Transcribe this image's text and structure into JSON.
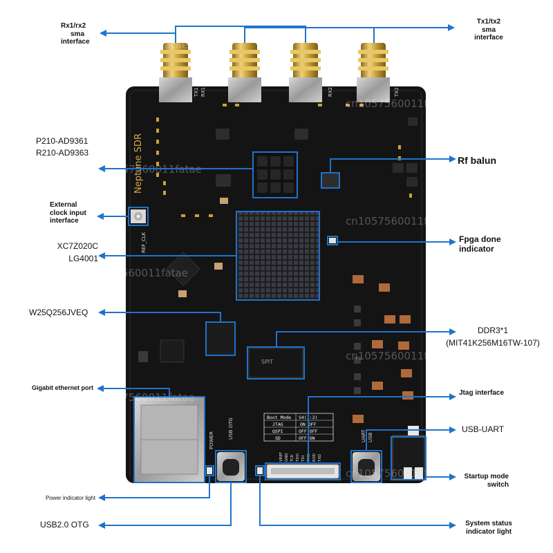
{
  "board": {
    "silkscreen_name": "Neptune SDR",
    "ref_clk": "REF_CLK",
    "rx1": "RX1",
    "tx1": "TX1",
    "rx2": "RX2",
    "tx2": "TX2",
    "power": "POWER",
    "usb_otg": "USB OTG",
    "uart": "UART",
    "usb": "USB",
    "chip_mark": "SPIT",
    "jtag_pins": [
      "VREF",
      "GND",
      "TCK",
      "TDO",
      "TDI",
      "TMS",
      "RXD",
      "TXD"
    ]
  },
  "boot_table": {
    "header": [
      "Boot Mode",
      "S4(1:2)"
    ],
    "rows": [
      [
        "JTAG",
        "ON OFF"
      ],
      [
        "QSPI",
        "OFF OFF"
      ],
      [
        "SD",
        "OFF ON"
      ]
    ]
  },
  "watermark": "cn1057560011fatae",
  "labels": {
    "rx_sma": [
      "Rx1/rx2",
      "sma",
      "interface"
    ],
    "tx_sma": [
      "Tx1/tx2",
      "sma",
      "interface"
    ],
    "ad9361": [
      "P210-AD9361",
      "R210-AD9363"
    ],
    "rf_balun": "Rf balun",
    "ext_clock": [
      "External",
      "clock input",
      "interface"
    ],
    "fpga_done": [
      "Fpga done",
      "indicator"
    ],
    "xc7z020": [
      "XC7Z020C",
      "LG4001"
    ],
    "w25q": "W25Q256JVEQ",
    "ddr3": [
      "DDR3*1",
      "(MIT41K256M16TW-107)"
    ],
    "gigabit": "Gigabit ethernet port",
    "jtag": "Jtag interface",
    "usb_uart": "USB-UART",
    "startup": [
      "Startup mode",
      "switch"
    ],
    "power_led": "Power indicator light",
    "usb_otg": "USB2.0 OTG",
    "system_status": [
      "System status",
      "indicator light"
    ]
  },
  "colors": {
    "annotation": "#1f73c9",
    "board": "#141414",
    "gold": "#c9a23a",
    "heatsink": "#2a2a2e"
  }
}
